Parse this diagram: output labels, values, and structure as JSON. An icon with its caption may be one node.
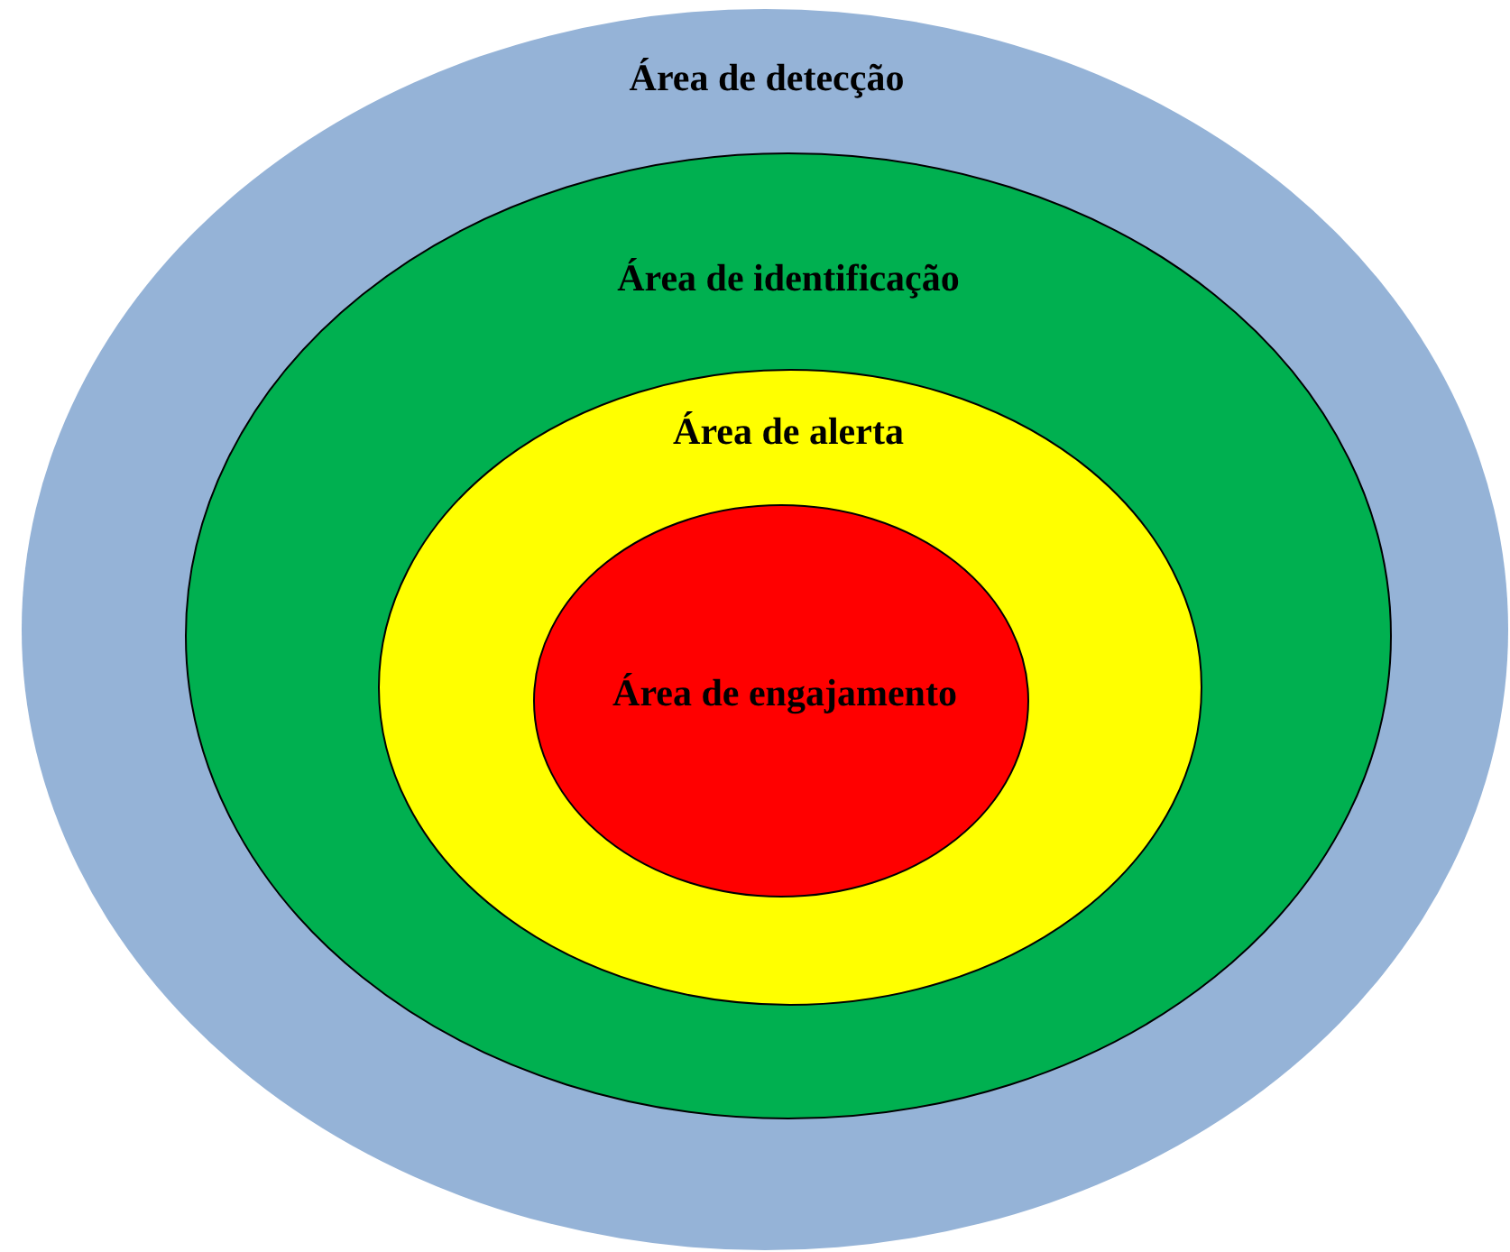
{
  "diagram": {
    "nodes": [
      {
        "text": [
          "Área de detecção"
        ]
      },
      {
        "text": [
          "Área de identificação"
        ],
        "in": 0
      },
      {
        "text": [
          "Área de alerta"
        ],
        "in": 1
      },
      {
        "text": [
          "Área de engajamento"
        ],
        "in": 2
      }
    ]
  }
}
